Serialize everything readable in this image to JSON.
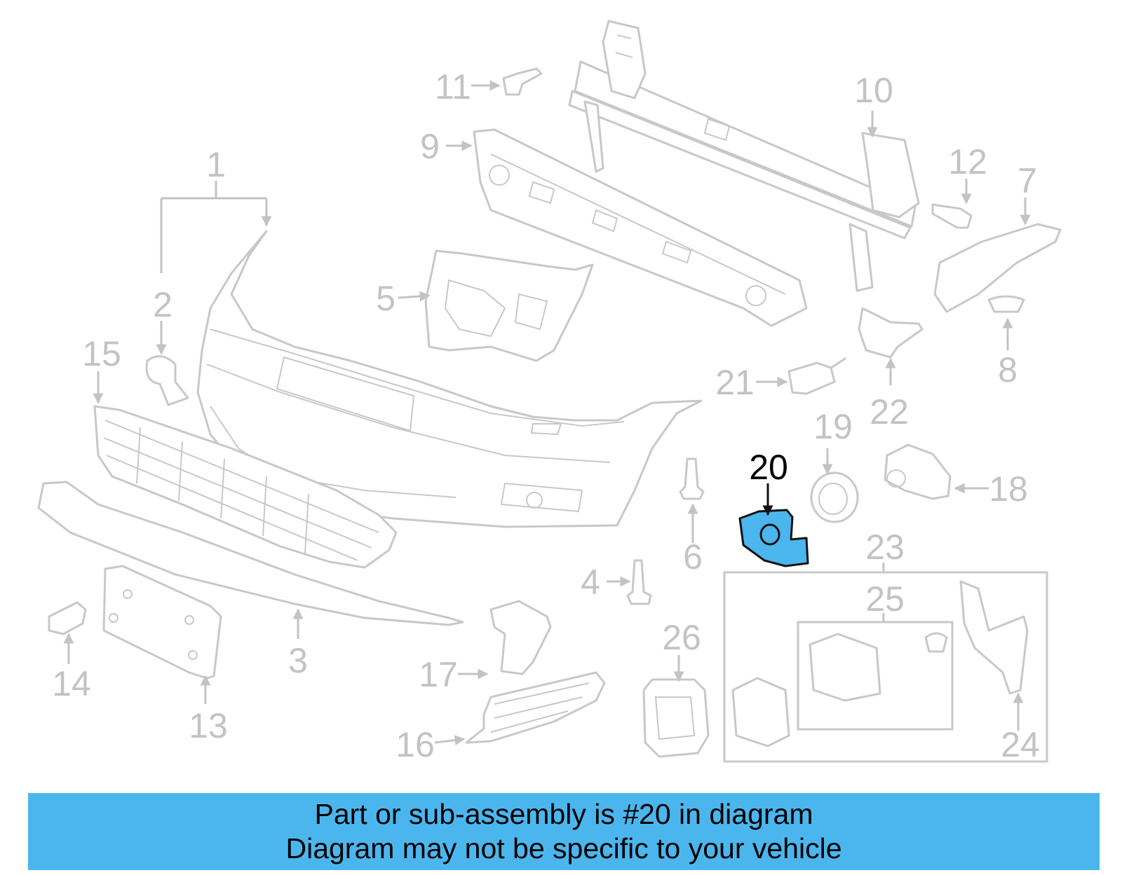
{
  "diagram": {
    "highlight_color": "#4bb6ee",
    "line_color": "#c8c8c8",
    "highlighted_callout": "20",
    "callouts": {
      "c1": "1",
      "c2": "2",
      "c3": "3",
      "c4": "4",
      "c5": "5",
      "c6": "6",
      "c7": "7",
      "c8": "8",
      "c9": "9",
      "c10": "10",
      "c11": "11",
      "c12": "12",
      "c13": "13",
      "c14": "14",
      "c15": "15",
      "c16": "16",
      "c17": "17",
      "c18": "18",
      "c19": "19",
      "c20": "20",
      "c21": "21",
      "c22": "22",
      "c23": "23",
      "c24": "24",
      "c25": "25",
      "c26": "26"
    }
  },
  "banner": {
    "line1": "Part or sub-assembly is #20 in diagram",
    "line2": "Diagram may not be specific to your vehicle"
  }
}
